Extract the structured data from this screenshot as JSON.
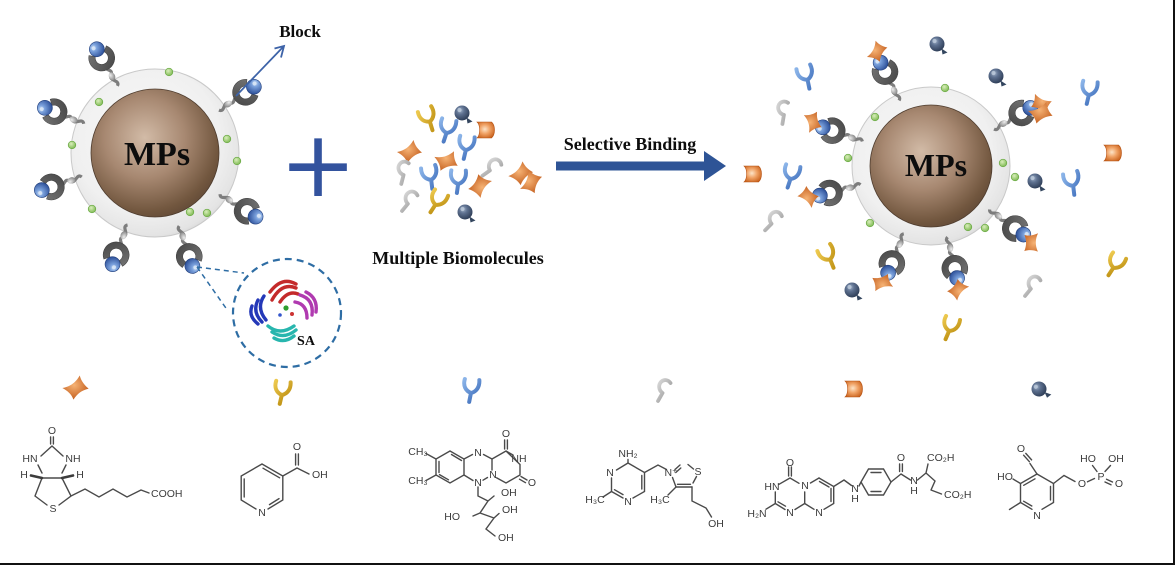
{
  "labels": {
    "left_mps": "MPs",
    "right_mps": "MPs",
    "block": "Block",
    "plus": "+",
    "cluster": "Multiple Biomolecules",
    "process": "Selective Binding",
    "protein": "SA"
  },
  "colors": {
    "arrow_blue": "#2e5496",
    "accent_blue": "#33539e",
    "dash_blue": "#2e6da4",
    "core_brown": "#5d4636",
    "core_light": "#cfb6a2",
    "shell_gray": "#ececec",
    "green_site": "#85bf55",
    "blocker_gray": "#555555",
    "ball_blue": "#2a4d97",
    "biomol_orange": "#c75f1e",
    "biomol_yellow": "#c99212",
    "biomol_blue": "#4f7fc9",
    "biomol_gray": "#a8a8a8",
    "biomol_navy": "#32435e"
  },
  "icons": {
    "orange_arrow": "orange-arrow-biomolecule",
    "yellow_y": "yellow-antibody-biomolecule",
    "blue_y": "blue-antibody-biomolecule",
    "gray_wrench": "gray-wrench-biomolecule",
    "orange_flag": "orange-ribbon-biomolecule",
    "navy_sphere": "navy-sphere-biomolecule",
    "green_dot": "green-surface-site",
    "blocker": "blocker-with-blue-ball"
  },
  "molecules": [
    {
      "name": "biotin",
      "icon": "orange-arrow-biomolecule",
      "labels": {
        "o": "O",
        "hn": "HN",
        "nh": "NH",
        "h1": "H",
        "h2": "H",
        "s": "S",
        "cooh": "COOH"
      }
    },
    {
      "name": "nicotinic-acid",
      "icon": "yellow-antibody-biomolecule",
      "labels": {
        "o": "O",
        "oh": "OH",
        "n": "N"
      }
    },
    {
      "name": "riboflavin",
      "icon": "blue-antibody-biomolecule",
      "labels": {
        "ch3a": "CH₃",
        "ch3b": "CH₃",
        "n5": "N",
        "n1": "N",
        "n10": "N",
        "nh": "NH",
        "o1": "O",
        "o2": "O",
        "oh1": "OH",
        "ho": "HO",
        "oh2": "OH",
        "oh3": "OH"
      }
    },
    {
      "name": "thiamine",
      "icon": "gray-wrench-biomolecule",
      "labels": {
        "nh2": "NH₂",
        "n1": "N",
        "n2": "N",
        "h3c1": "H₃C",
        "nplus": "N⁺",
        "s": "S",
        "h3c2": "H₃C",
        "oh": "OH"
      }
    },
    {
      "name": "folic-acid",
      "icon": "orange-ribbon-biomolecule",
      "labels": {
        "o1": "O",
        "hn": "HN",
        "h2n": "H₂N",
        "n3": "N",
        "n5": "N",
        "n8": "N",
        "n_anilino": "N",
        "h_anilino": "H",
        "o2": "O",
        "n_amide": "N",
        "h_amide": "H",
        "co2h1": "CO₂H",
        "co2h2": "CO₂H"
      }
    },
    {
      "name": "pyridoxal-phosphate",
      "icon": "navy-sphere-biomolecule",
      "labels": {
        "o1": "O",
        "ho1": "HO",
        "n": "N",
        "o2": "O",
        "p": "P",
        "ho2": "HO",
        "oh": "OH",
        "o3": "O"
      }
    }
  ]
}
